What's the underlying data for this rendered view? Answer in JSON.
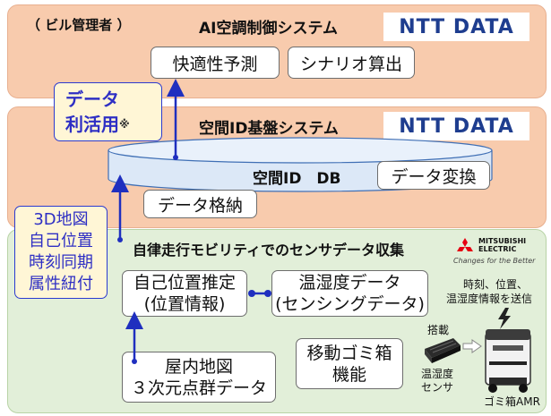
{
  "top": {
    "role_label": "（ ビル管理者 ）",
    "title": "AI空調制御システム",
    "logo": "NTT DATA",
    "box1": "快適性予測",
    "box2": "シナリオ算出"
  },
  "callout": {
    "line1": "データ",
    "line2": "利活用",
    "mark": "※"
  },
  "mid": {
    "title": "空間ID基盤システム",
    "logo": "NTT DATA",
    "db_label": "空間ID　DB",
    "convert": "データ変換",
    "store": "データ格納"
  },
  "attrs": {
    "line1": "3D地図",
    "line2": "自己位置",
    "line3": "時刻同期",
    "line4": "属性紐付"
  },
  "bot": {
    "title": "自律走行モビリティでのセンサデータ収集",
    "mitsubishi_name1": "MITSUBISHI",
    "mitsubishi_name2": "ELECTRIC",
    "mitsubishi_tagline": "Changes for the Better",
    "self_pos_line1": "自己位置推定",
    "self_pos_line2": "(位置情報)",
    "temp_line1": "温湿度データ",
    "temp_line2": "(センシングデータ)",
    "map_line1": "屋内地図",
    "map_line2": "３次元点群データ",
    "trash_line1": "移動ゴミ箱",
    "trash_line2": "機能",
    "send_line1": "時刻、位置、",
    "send_line2": "温湿度情報を送信",
    "mounted": "搭載",
    "sensor_line1": "温湿度",
    "sensor_line2": "センサ",
    "robot": "ゴミ箱AMR"
  },
  "colors": {
    "band_top": "#f8cbad",
    "band_bottom": "#e2efd9",
    "arrow": "#1f2fbf",
    "ntt_blue": "#1e3d8f",
    "db_fill": "#dce8f7",
    "mitsubishi_red": "#e60012"
  }
}
